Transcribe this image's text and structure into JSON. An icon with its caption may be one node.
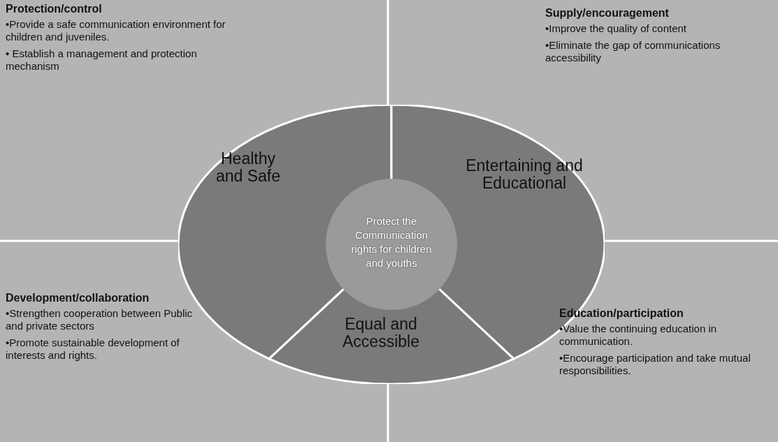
{
  "diagram": {
    "nodes": [
      {
        "text": [
          "Protection/control",
          "•Provide a safe communication environment for children and juveniles.",
          "• Establish a management and protection mechanism"
        ]
      },
      {
        "text": [
          "Supply/encouragement",
          "•Improve the quality of content",
          "•Eliminate the gap of communications accessibility"
        ]
      },
      {
        "text": [
          "Healthy and Safe"
        ]
      },
      {
        "text": [
          "Protect the Communication rights for children and youths"
        ]
      },
      {
        "text": [
          "Entertaining and Educational"
        ]
      },
      {
        "text": [
          "Development/collaboration",
          "•Strengthen cooperation between Public and private sectors",
          "•Promote sustainable development of interests and rights."
        ]
      },
      {
        "text": [
          "Equal and Accessible"
        ]
      },
      {
        "text": [
          "Education/participation",
          "•Value the continuing education in communication.",
          "•Encourage participation and take mutual responsibilities."
        ]
      }
    ],
    "edges": []
  }
}
